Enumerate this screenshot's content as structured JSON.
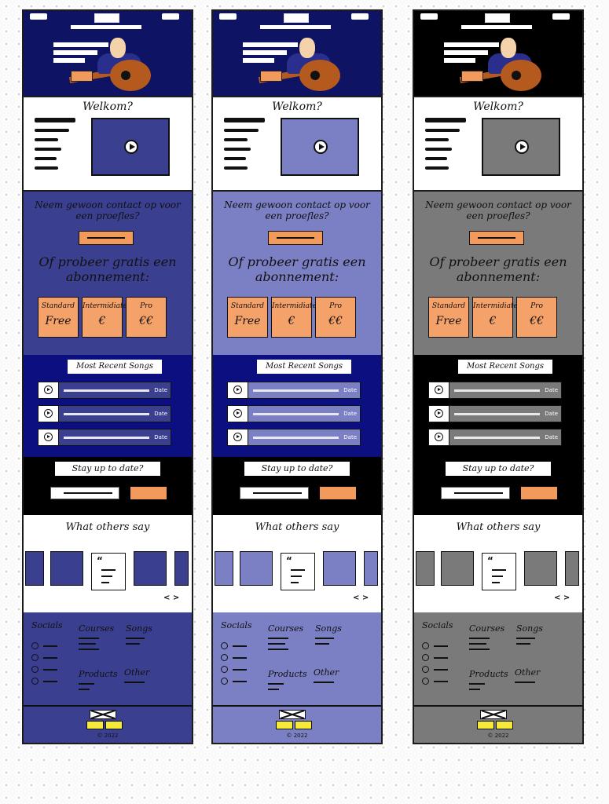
{
  "mockups": [
    {
      "id": "dark-blue",
      "colors": {
        "hero": "#0f1363",
        "section": "#3b3f8f",
        "songs": "#0b0f80",
        "plan": "#f5a26a",
        "row": "#3b3f8f",
        "testimonial": "#3b3f8f",
        "footer": "#3b3f8f"
      },
      "welcome_title": "Welkom?",
      "contact_question": "Neem gewoon contact op voor een proefles?",
      "or_text": "Of probeer gratis een abonnement:",
      "plans": [
        {
          "name": "Standard",
          "price": "Free"
        },
        {
          "name": "Intermidiate",
          "price": "€"
        },
        {
          "name": "Pro",
          "price": "€€"
        }
      ],
      "songs_title": "Most Recent Songs",
      "song_date": "Date",
      "subscribe_title": "Stay up to date?",
      "testimonials_title": "What others say",
      "testimonial_quote": "“",
      "arrows": "< >",
      "footer": {
        "socials": "Socials",
        "courses": "Courses",
        "songs": "Songs",
        "products": "Products",
        "other": "Other",
        "copyright": "© 2022"
      }
    },
    {
      "id": "light-blue",
      "colors": {
        "hero": "#0f1363",
        "section": "#7b7fc3",
        "songs": "#0b0f80",
        "plan": "#f5a26a",
        "row": "#7b7fc3",
        "testimonial": "#7b7fc3",
        "footer": "#7b7fc3"
      },
      "welcome_title": "Welkom?",
      "contact_question": "Neem gewoon contact op voor een proefles?",
      "or_text": "Of probeer gratis een abonnement:",
      "plans": [
        {
          "name": "Standard",
          "price": "Free"
        },
        {
          "name": "Intermidiate",
          "price": "€"
        },
        {
          "name": "Pro",
          "price": "€€"
        }
      ],
      "songs_title": "Most Recent Songs",
      "song_date": "Date",
      "subscribe_title": "Stay up to date?",
      "testimonials_title": "What others say",
      "testimonial_quote": "“",
      "arrows": "< >",
      "footer": {
        "socials": "Socials",
        "courses": "Courses",
        "songs": "Songs",
        "products": "Products",
        "other": "Other",
        "copyright": "© 2022"
      }
    },
    {
      "id": "grey",
      "colors": {
        "hero": "#000000",
        "section": "#7a7a7a",
        "songs": "#000000",
        "plan": "#f5a26a",
        "row": "#7a7a7a",
        "testimonial": "#7a7a7a",
        "footer": "#7a7a7a"
      },
      "welcome_title": "Welkom?",
      "contact_question": "Neem gewoon contact op voor een proefles?",
      "or_text": "Of probeer gratis een abonnement:",
      "plans": [
        {
          "name": "Standard",
          "price": "Free"
        },
        {
          "name": "Intermidiate",
          "price": "€"
        },
        {
          "name": "Pro",
          "price": "€€"
        }
      ],
      "songs_title": "Most Recent Songs",
      "song_date": "Date",
      "subscribe_title": "Stay up to date?",
      "testimonials_title": "What others say",
      "testimonial_quote": "“",
      "arrows": "< >",
      "footer": {
        "socials": "Socials",
        "courses": "Courses",
        "songs": "Songs",
        "products": "Products",
        "other": "Other",
        "copyright": "© 2022"
      }
    }
  ]
}
